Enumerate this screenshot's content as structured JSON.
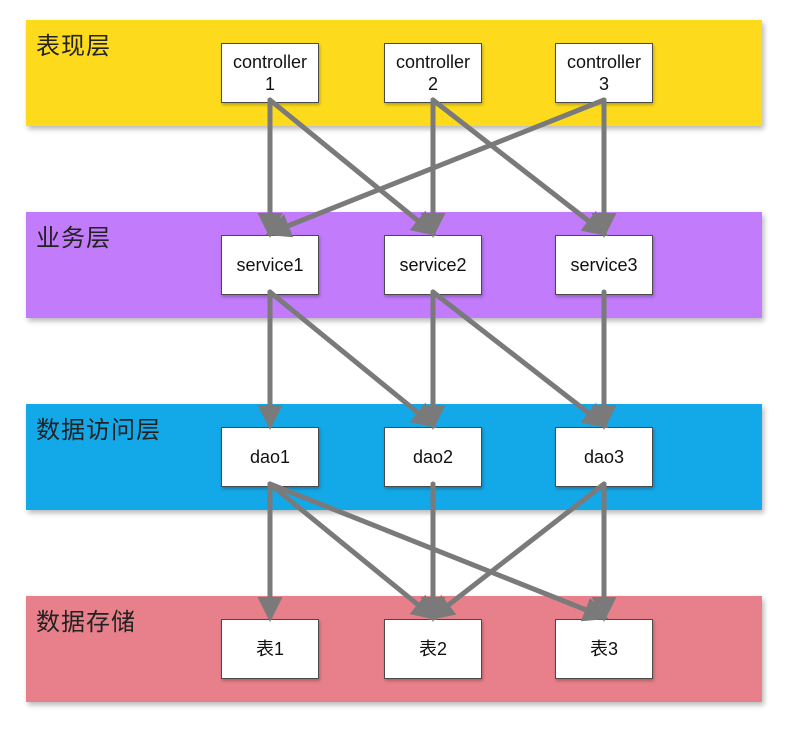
{
  "colors": {
    "presentation": "#FDDB1C",
    "business": "#C27BFB",
    "data_access": "#13A8E8",
    "storage": "#E8808B",
    "arrow": "#7A7A7A"
  },
  "layers": {
    "presentation": "表现层",
    "business": "业务层",
    "data_access": "数据访问层",
    "storage": "数据存储"
  },
  "nodes": {
    "c1": "controller\n1",
    "c2": "controller\n2",
    "c3": "controller\n3",
    "s1": "service1",
    "s2": "service2",
    "s3": "service3",
    "d1": "dao1",
    "d2": "dao2",
    "d3": "dao3",
    "t1": "表1",
    "t2": "表2",
    "t3": "表3"
  },
  "edges": [
    [
      "c1",
      "s1"
    ],
    [
      "c1",
      "s2"
    ],
    [
      "c2",
      "s2"
    ],
    [
      "c2",
      "s3"
    ],
    [
      "c3",
      "s1"
    ],
    [
      "c3",
      "s3"
    ],
    [
      "s1",
      "d1"
    ],
    [
      "s1",
      "d2"
    ],
    [
      "s2",
      "d2"
    ],
    [
      "s2",
      "d3"
    ],
    [
      "s3",
      "d3"
    ],
    [
      "d1",
      "t1"
    ],
    [
      "d1",
      "t2"
    ],
    [
      "d1",
      "t3"
    ],
    [
      "d2",
      "t2"
    ],
    [
      "d3",
      "t2"
    ],
    [
      "d3",
      "t3"
    ]
  ]
}
